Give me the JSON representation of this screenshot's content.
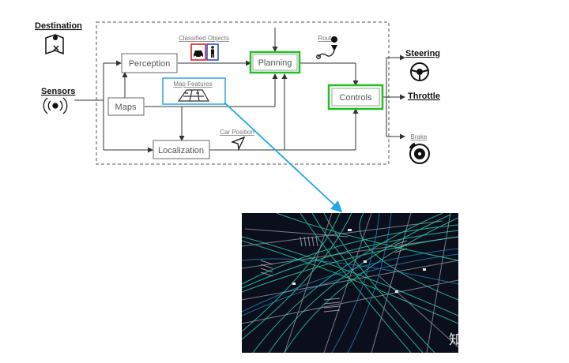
{
  "inputs": {
    "destination": "Destination",
    "sensors": "Sensors"
  },
  "modules": {
    "perception": "Perception",
    "maps": "Maps",
    "localization": "Localization",
    "planning": "Planning",
    "controls": "Controls"
  },
  "annotations": {
    "classified_objects": "Classified Objects",
    "map_features": "Map Features",
    "car_position": "Car Position",
    "route": "Route"
  },
  "outputs": {
    "steering": "Steering",
    "throttle": "Throttle",
    "brake": "Brake"
  },
  "watermark": "知乎 @游振兴",
  "colors": {
    "highlight_green": "#22c022",
    "map_features_blue": "#29a9e0",
    "connector_cyan": "#1ea6e6",
    "map_background": "#0b0f1c"
  }
}
